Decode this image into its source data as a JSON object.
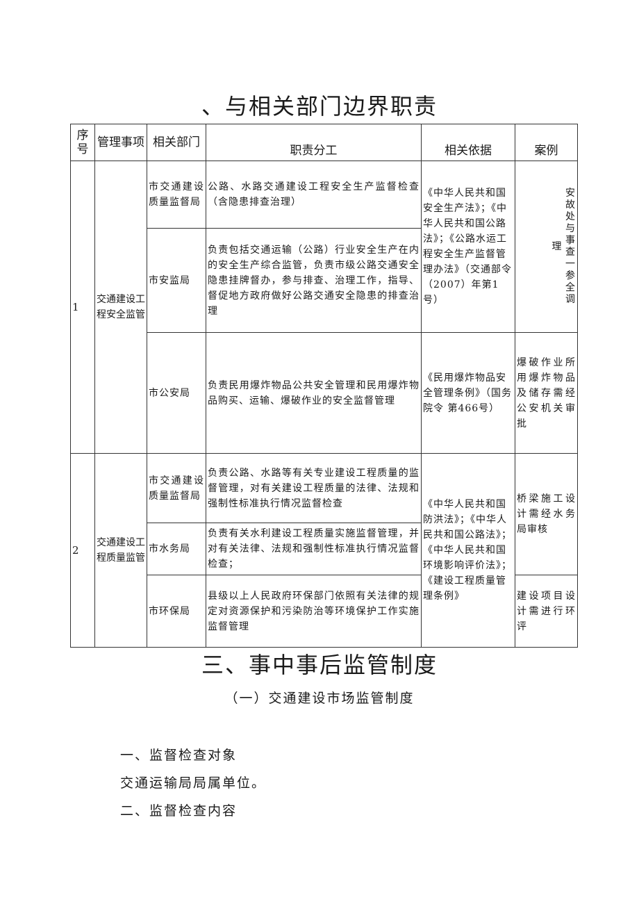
{
  "section_title": "、与相关部门边界职责",
  "table": {
    "headers": {
      "seq": "序号",
      "item": "管理事项",
      "dept": "相关部门",
      "duty": "职责分工",
      "basis": "相关依据",
      "case": "案例"
    },
    "groups": [
      {
        "seq": "1",
        "item": "交通建设工程安全监管",
        "rows": [
          {
            "dept": "市交通建设质量监督局",
            "duty": "公路、水路交通建设工程安全生产监督检查（含隐患排查治理）"
          },
          {
            "dept": "市安监局",
            "duty": "负责包括交通运输（公路）行业安全生产在内的安全生产综合监管，负责市级公路交通安全隐患挂牌督办，参与排查、治理工作，指导、督促地方政府做好公路交通安全隐患的排查治理"
          },
          {
            "dept": "市公安局",
            "duty": "负责民用爆炸物品公共安全管理和民用爆炸物品购买、运输、爆破作业的安全监督管理"
          }
        ],
        "basis_1": "《中华人民共和国安全生产法》；《中华人民共和国公路法》；《公路水运工程安全生产监督管理办法》（交通部令（2007）年第1号）",
        "case_1_prefix": "理",
        "case_1_vertical": "安故处与事查一参全调",
        "basis_2": "《民用爆炸物品安全管理条例》（国务院令 第466号）",
        "case_2": "爆破作业所用爆炸物品及储存需经公安机关审批"
      },
      {
        "seq": "2",
        "item": "交通建设工程质量监管",
        "rows": [
          {
            "dept": "市交通建设质量监督局",
            "duty": "负责公路、水路等有关专业建设工程质量的监督管理，对有关建设工程质量的法律、法规和强制性标准执行情况监督检查"
          },
          {
            "dept": "市水务局",
            "duty": "负责有关水利建设工程质量实施监督管理，并对有关法律、法规和强制性标准执行情况监督检查；"
          },
          {
            "dept": "市环保局",
            "duty": "县级以上人民政府环保部门依照有关法律的规定对资源保护和污染防治等环境保护工作实施监督管理"
          }
        ],
        "basis": "《中华人民共和国防洪法》；《中华人民共和国公路法》；《中华人民共和国环境影响评价法》；《建设工程质量管理条例》",
        "case_1": "桥梁施工设计需经水务局审核",
        "case_2": "建设项目设计需进行环评"
      }
    ]
  },
  "section3_title": "三、事中事后监管制度",
  "subsection_title": "（一）交通建设市场监管制度",
  "paragraphs": [
    "一、监督检查对象",
    "交通运输局局属单位。",
    "二、监督检查内容"
  ]
}
